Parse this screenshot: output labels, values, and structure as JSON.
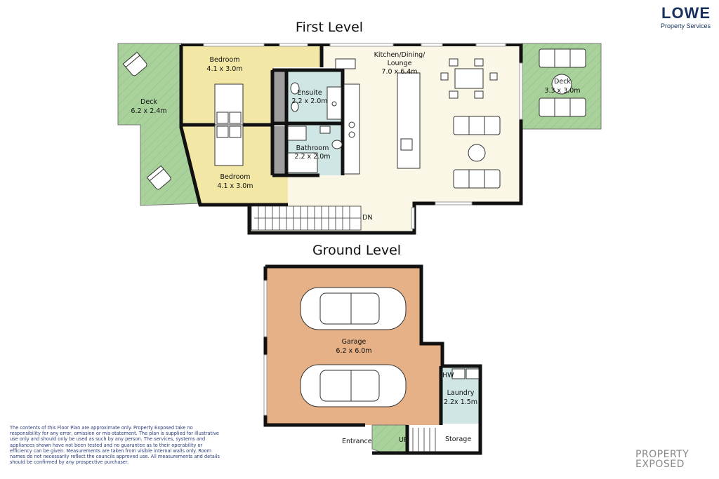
{
  "brand": {
    "name": "LOWE",
    "subtitle": "Property Services"
  },
  "levels": {
    "first": "First Level",
    "ground": "Ground Level"
  },
  "rooms": {
    "bedroom_top": {
      "name": "Bedroom",
      "size": "4.1 x 3.0m"
    },
    "bedroom_bottom": {
      "name": "Bedroom",
      "size": "4.1 x 3.0m"
    },
    "deck_left": {
      "name": "Deck",
      "size": "6.2 x 2.4m"
    },
    "ensuite": {
      "name": "Ensuite",
      "size": "2.2 x 2.0m"
    },
    "bathroom": {
      "name": "Bathroom",
      "size": "2.2 x 2.0m"
    },
    "kitchen": {
      "line1": "Kitchen/Dining/",
      "line2": "Lounge",
      "size": "7.0 x 6.4m"
    },
    "deck_right": {
      "name": "Deck",
      "size": "3.3 x 3.0m"
    },
    "garage": {
      "name": "Garage",
      "size": "6.2 x 6.0m"
    },
    "laundry": {
      "name": "Laundry",
      "size": "2.2x 1.5m"
    }
  },
  "labels": {
    "dn": "DN",
    "up": "UP",
    "hw": "HW",
    "entrance": "Entrance",
    "storage": "Storage"
  },
  "disclaimer": "The contents of this Floor Plan are approximate only. Property Exposed take no responsibility for any error, omission or mis-statement. The plan is supplied for illustrative use only and should only be used as such by any person. The services, systems and appliances shown have not been tested and no guarantee as to their operability or efficiency can be given. Measurements are taken from visible internal walls only. Room names do not necessarily reflect the councils approved use. All measurements and details should be confirmed by any prospective purchaser.",
  "watermark": {
    "line1": "PROPERTY",
    "line2": "EXPOSED"
  },
  "colors": {
    "bedroom": "#f3e7a6",
    "living": "#fbf7e6",
    "wet": "#cfe6e4",
    "deck": "#a9d19b",
    "garage": "#e6b186",
    "wall": "#111111",
    "brand": "#17305c"
  }
}
